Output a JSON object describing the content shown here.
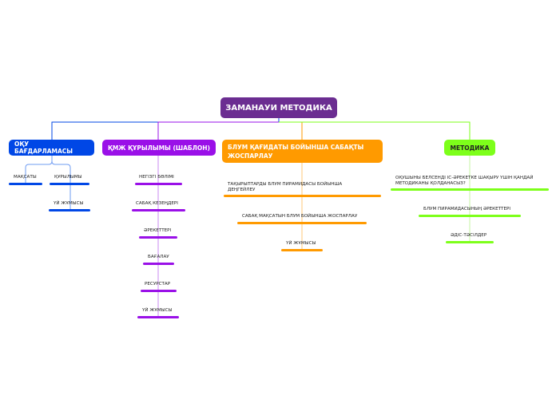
{
  "root": {
    "label": "ЗАМАНАУИ МЕТОДИКА",
    "color": "#6b2d91"
  },
  "branches": [
    {
      "label": "ОҚУ БАҒДАРЛАМАСЫ",
      "color": "#0047e6",
      "children": [
        {
          "label": "МАҚСАТЫ"
        },
        {
          "label": "ҚҰРЫЛЫМЫ"
        },
        {
          "label": "ҮЙ ЖҰМЫСЫ"
        }
      ]
    },
    {
      "label": "ҚМЖ ҚҰРЫЛЫМЫ (ШАБЛОН)",
      "color": "#9a10e8",
      "children": [
        {
          "label": "НЕГІЗГІ БӨЛІМІ"
        },
        {
          "label": "САБАҚ КЕЗЕҢДЕРІ"
        },
        {
          "label": "ӘРЕКЕТТЕРІ"
        },
        {
          "label": "БАҒАЛАУ"
        },
        {
          "label": "РЕСУРСТАР"
        },
        {
          "label": "ҮЙ ЖҰМЫСЫ"
        }
      ]
    },
    {
      "label": "БЛУМ ҚАҒИДАТЫ БОЙЫНША САБАҚТЫ ЖОСПАРЛАУ",
      "color": "#ff9a00",
      "children": [
        {
          "label": "ТАҚЫРЫПТАРДЫ БЛУМ ПИРАМИДАСЫ БОЙЫНША ДЕҢГЕЙЛЕУ"
        },
        {
          "label": "САБАҚ МАҚСАТЫН БЛУМ БОЙЫНША ЖОСПАРЛАУ"
        },
        {
          "label": "ҮЙ ЖҰМЫСЫ"
        }
      ]
    },
    {
      "label": "МЕТОДИКА",
      "color": "#7dff1a",
      "children": [
        {
          "label": "ОҚУШЫНЫ БЕЛСЕНДІ ІС-ӘРЕКЕТКЕ ШАҚЫРУ ҮШІН ҚАНДАЙ МЕТОДИКАНЫ ҚОЛДАНАСЫЗ?"
        },
        {
          "label": "БЛУМ ПИРАМИДАСЫНЫҢ ӘРЕКЕТТЕРІ"
        },
        {
          "label": "ӘДІС-ТӘСІЛДЕР"
        }
      ]
    }
  ]
}
